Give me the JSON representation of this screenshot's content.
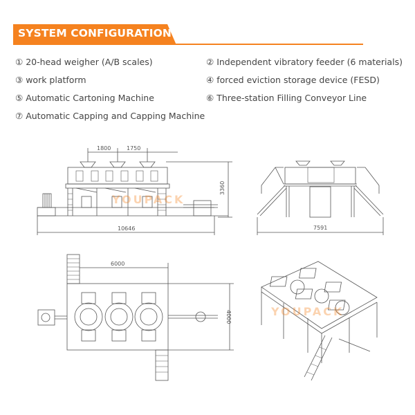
{
  "header": {
    "title": "SYSTEM CONFIGURATION",
    "accent_color": "#f5821f"
  },
  "features": [
    {
      "num": "①",
      "label": "20-head weigher (A/B scales)"
    },
    {
      "num": "②",
      "label": "Independent vibratory feeder (6 materials)"
    },
    {
      "num": "③",
      "label": "work platform"
    },
    {
      "num": "④",
      "label": "forced eviction storage device (FESD)"
    },
    {
      "num": "⑤",
      "label": "Automatic Cartoning Machine"
    },
    {
      "num": "⑥",
      "label": "Three-station Filling Conveyor Line"
    },
    {
      "num": "⑦",
      "label": "Automatic Capping and Capping Machine"
    }
  ],
  "front_view": {
    "dim_spacing_1": "1800",
    "dim_spacing_2": "1750",
    "dim_height": "3360",
    "dim_length": "10646"
  },
  "side_view": {
    "dim_width": "7591"
  },
  "top_view": {
    "dim_length": "6000",
    "dim_width": "4000"
  },
  "watermark": {
    "text": "YOUPACK"
  }
}
